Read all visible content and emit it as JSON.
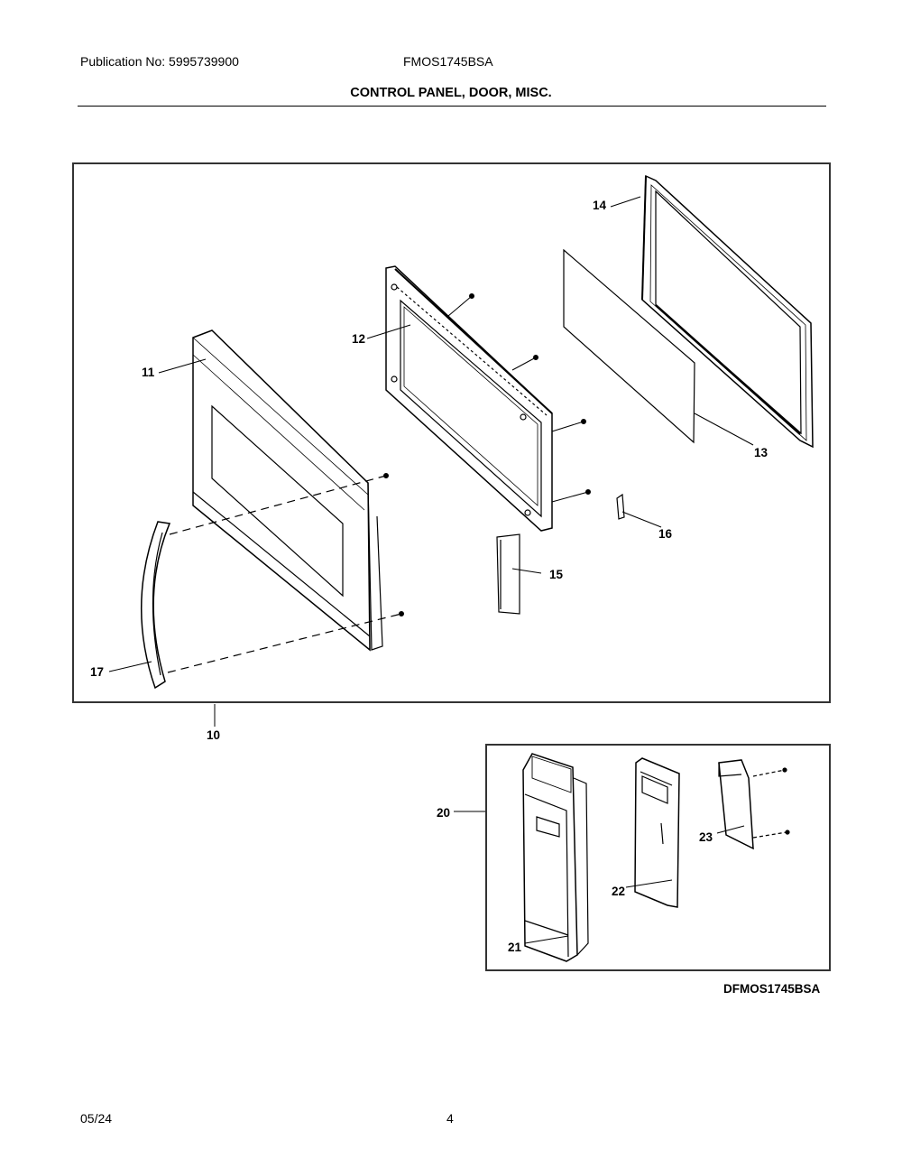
{
  "header": {
    "publication": "Publication No: 5995739900",
    "model": "FMOS1745BSA",
    "section_title": "CONTROL PANEL, DOOR, MISC."
  },
  "callouts": {
    "c10": "10",
    "c11": "11",
    "c12": "12",
    "c13": "13",
    "c14": "14",
    "c15": "15",
    "c16": "16",
    "c17": "17",
    "c20": "20",
    "c21": "21",
    "c22": "22",
    "c23": "23"
  },
  "diagram_code": "DFMOS1745BSA",
  "footer": {
    "date": "05/24",
    "page": "4"
  }
}
